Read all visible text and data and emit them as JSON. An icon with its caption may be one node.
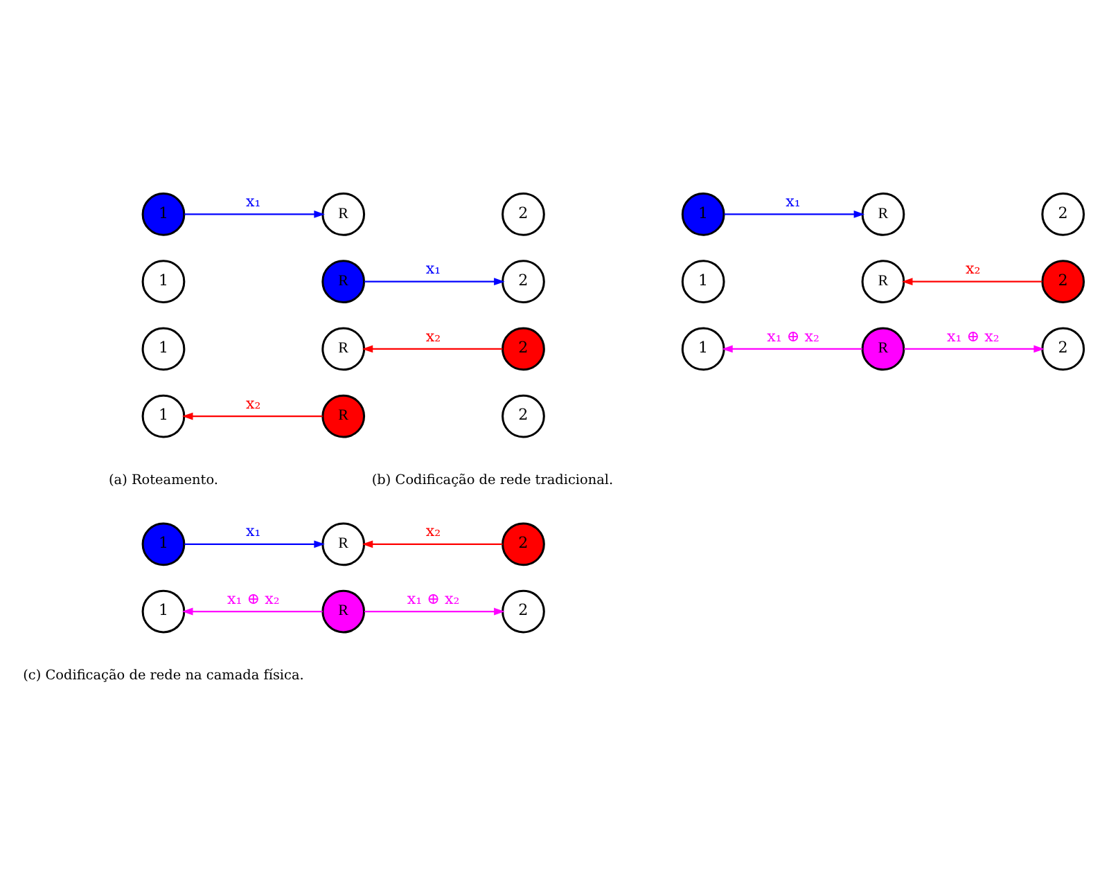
{
  "diagram": {
    "nodes": [
      {
        "text": [
          "1"
        ]
      },
      {
        "text": [
          "R"
        ]
      },
      {
        "text": [
          "2"
        ]
      },
      {
        "text": [
          "1"
        ]
      },
      {
        "text": [
          "R"
        ]
      },
      {
        "text": [
          "2"
        ]
      },
      {
        "text": [
          "1"
        ]
      },
      {
        "text": [
          "R"
        ]
      },
      {
        "text": [
          "2"
        ]
      },
      {
        "text": [
          "1"
        ]
      },
      {
        "text": [
          "R"
        ]
      },
      {
        "text": [
          "2"
        ]
      },
      {
        "text": [
          "1"
        ]
      },
      {
        "text": [
          "R"
        ]
      },
      {
        "text": [
          "2"
        ]
      },
      {
        "text": [
          "1"
        ]
      },
      {
        "text": [
          "R"
        ]
      },
      {
        "text": [
          "2"
        ]
      },
      {
        "text": [
          "1"
        ]
      },
      {
        "text": [
          "R"
        ]
      },
      {
        "text": [
          "2"
        ]
      },
      {
        "text": [
          "1"
        ]
      },
      {
        "text": [
          "R"
        ]
      },
      {
        "text": [
          "2"
        ]
      },
      {
        "text": [
          "1"
        ]
      },
      {
        "text": [
          "R"
        ]
      },
      {
        "text": [
          "2"
        ]
      }
    ],
    "edges": [
      {
        "from": 0,
        "to": 1,
        "arrow": "to",
        "label": "x₁",
        "color": "#0000ff"
      },
      {
        "from": 4,
        "to": 5,
        "arrow": "to",
        "label": "x₁",
        "color": "#0000ff"
      },
      {
        "from": 8,
        "to": 7,
        "arrow": "to",
        "label": "x₂",
        "color": "#ff0000"
      },
      {
        "from": 10,
        "to": 9,
        "arrow": "to",
        "label": "x₂",
        "color": "#ff0000"
      },
      {
        "from": 12,
        "to": 13,
        "arrow": "to",
        "label": "x₁",
        "color": "#0000ff"
      },
      {
        "from": 17,
        "to": 16,
        "arrow": "to",
        "label": "x₂",
        "color": "#ff0000"
      },
      {
        "from": 19,
        "to": 18,
        "arrow": "to",
        "label": "x₁ ⊕ x₂",
        "color": "#ff00ff"
      },
      {
        "from": 19,
        "to": 20,
        "arrow": "to",
        "label": "x₁ ⊕ x₂",
        "color": "#ff00ff"
      },
      {
        "from": 21,
        "to": 22,
        "arrow": "to",
        "label": "x₁",
        "color": "#0000ff"
      },
      {
        "from": 23,
        "to": 22,
        "arrow": "to",
        "label": "x₂",
        "color": "#ff0000"
      },
      {
        "from": 25,
        "to": 24,
        "arrow": "to",
        "label": "x₁ ⊕ x₂",
        "color": "#ff00ff"
      },
      {
        "from": 25,
        "to": 26,
        "arrow": "to",
        "label": "x₁ ⊕ x₂",
        "color": "#ff00ff"
      }
    ],
    "labels": [
      "(a) Roteamento.",
      "(b) Codificação de rede tradicional.",
      "(c) Codificação de rede na camada física."
    ]
  }
}
